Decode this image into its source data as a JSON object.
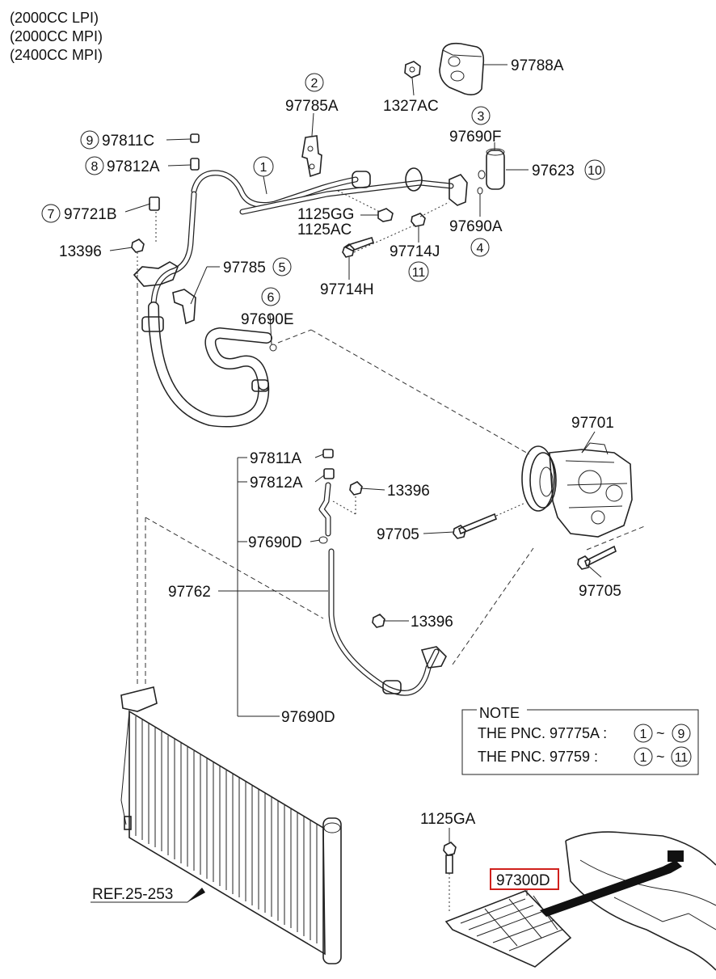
{
  "header": {
    "lines": [
      "(2000CC LPI)",
      "(2000CC MPI)",
      "(2400CC MPI)"
    ]
  },
  "callouts": {
    "p97788A": "97788A",
    "p1327AC": "1327AC",
    "p97785A": "97785A",
    "c2": "2",
    "p97811C": "97811C",
    "c9": "9",
    "p97812A_top": "97812A",
    "c8": "8",
    "c1": "1",
    "p97690F": "97690F",
    "c3": "3",
    "p97623": "97623",
    "c10": "10",
    "p97721B": "97721B",
    "c7": "7",
    "p1125GG": "1125GG",
    "p1125AC": "1125AC",
    "p97690A": "97690A",
    "c4": "4",
    "p13396_left": "13396",
    "p97714J": "97714J",
    "c11": "11",
    "p97785": "97785",
    "c5": "5",
    "p97714H": "97714H",
    "c6": "6",
    "p97690E": "97690E",
    "p97701": "97701",
    "p97811A": "97811A",
    "p97812A_mid": "97812A",
    "p13396_mid": "13396",
    "p97705_a": "97705",
    "p97690D_a": "97690D",
    "p97705_b": "97705",
    "p97762": "97762",
    "p13396_low": "13396",
    "p97690D_b": "97690D",
    "p1125GA": "1125GA",
    "p97300D": "97300D",
    "ref": "REF.25-253"
  },
  "note": {
    "title": "NOTE",
    "row1_text": "THE PNC. 97775A :",
    "row1_from": "1",
    "row1_tilde": "~",
    "row1_to": "9",
    "row2_text": "THE PNC.  97759   :",
    "row2_from": "1",
    "row2_tilde": "~",
    "row2_to": "11"
  },
  "colors": {
    "highlight_box": "#d0201c",
    "line": "#222222"
  }
}
